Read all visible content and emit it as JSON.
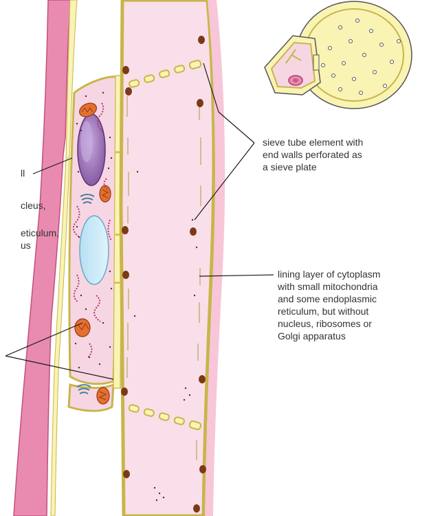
{
  "colors": {
    "cell_wall": "#e77ba0",
    "cytoplasm_pink": "#f6d2e0",
    "wall_yellow": "#f9f3b4",
    "wall_outline": "#c8b54a",
    "nucleus_purple": "#9a6fb5",
    "vacuole_blue": "#c7e8f6",
    "mitochondria": "#e2682a",
    "label_line": "#1a1a1a",
    "text": "#333333"
  },
  "labels": {
    "left_1": [
      "ll"
    ],
    "left_2": [
      "cleus,"
    ],
    "left_3": [
      "eticulum,",
      "us"
    ],
    "sieve_tube": [
      "sieve tube element with",
      "end walls perforated as",
      "a sieve plate"
    ],
    "lining_layer": [
      "lining layer of cytoplasm",
      "with small mitochondria",
      "and some endoplasmic",
      "reticulum, but without",
      "nucleus, ribosomes or",
      "Golgi apparatus"
    ]
  },
  "icons": [
    "cross-section-inset",
    "companion-cell",
    "sieve-tube-element",
    "sieve-plate",
    "nucleus",
    "vacuole",
    "mitochondrion",
    "golgi-apparatus"
  ]
}
